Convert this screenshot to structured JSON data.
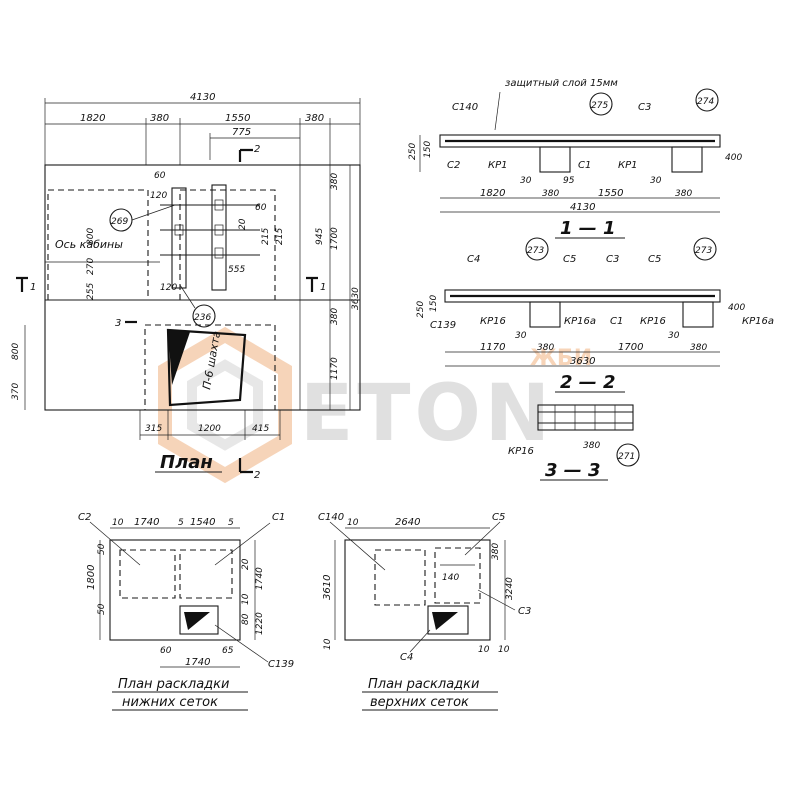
{
  "plan": {
    "title": "План",
    "section_mark": "2",
    "dims_top": [
      "4130",
      "1820",
      "380",
      "1550",
      "380",
      "775"
    ],
    "dims_right": [
      "380",
      "945",
      "1700",
      "3630",
      "380",
      "1170"
    ],
    "dims_left": [
      "800",
      "370"
    ],
    "dims_bottom": [
      "315",
      "1200",
      "415"
    ],
    "inner_dims": [
      "60",
      "120",
      "800",
      "270",
      "255",
      "60",
      "20",
      "215",
      "215",
      "555",
      "120"
    ],
    "labels": {
      "axis_cabin": "Ось кабины",
      "shaft": "П-6 шахта"
    },
    "callouts": [
      "269",
      "236"
    ],
    "section_marks": [
      "1",
      "1",
      "2",
      "3"
    ]
  },
  "sec11": {
    "title": "1 — 1",
    "note": "защитный слой 15мм",
    "labels": [
      "С140",
      "С3",
      "С2",
      "КР1",
      "С1",
      "КР1"
    ],
    "callouts": [
      "275",
      "274"
    ],
    "dims": [
      "1820",
      "1550",
      "4130",
      "30",
      "95",
      "380",
      "30",
      "380",
      "400",
      "250",
      "150"
    ]
  },
  "sec22": {
    "title": "2 — 2",
    "labels": [
      "С4",
      "С5",
      "С3",
      "С5",
      "С139",
      "КР16",
      "КР16а",
      "С1",
      "КР16",
      "КР16а"
    ],
    "callouts": [
      "273",
      "273"
    ],
    "dims": [
      "1170",
      "380",
      "1700",
      "3630",
      "30",
      "30",
      "380",
      "400",
      "250",
      "150"
    ]
  },
  "sec33": {
    "title": "3 — 3",
    "labels": [
      "КР16"
    ],
    "callouts": [
      "271"
    ],
    "dims": [
      "380"
    ]
  },
  "lower_mesh": {
    "title_l1": "План раскладки",
    "title_l2": "нижних сеток",
    "labels": [
      "С2",
      "С1",
      "С139"
    ],
    "dims": [
      "10",
      "1740",
      "5",
      "1540",
      "5",
      "1800",
      "50",
      "50",
      "20",
      "1740",
      "10",
      "80",
      "1220",
      "60",
      "65",
      "1740"
    ]
  },
  "upper_mesh": {
    "title_l1": "План раскладки",
    "title_l2": "верхних сеток",
    "labels": [
      "С140",
      "С5",
      "С3",
      "С4"
    ],
    "dims": [
      "10",
      "2640",
      "3610",
      "140",
      "380",
      "3240",
      "10",
      "10",
      "10"
    ]
  },
  "watermark": {
    "text": "ETON",
    "sub": "ЖБИ"
  }
}
